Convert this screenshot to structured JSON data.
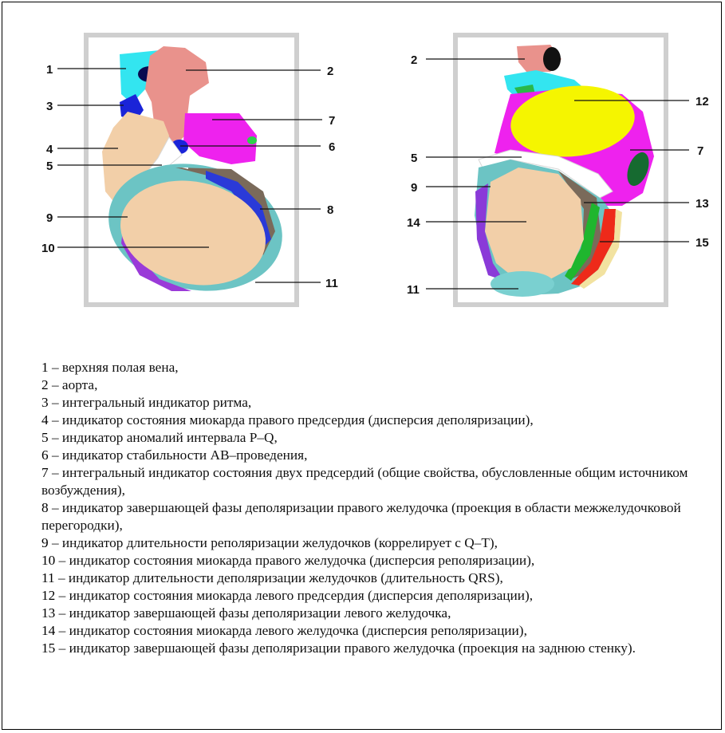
{
  "diagram": {
    "left_labels": [
      "1",
      "2",
      "3",
      "7",
      "4",
      "6",
      "5",
      "8",
      "9",
      "10",
      "11"
    ],
    "right_labels": [
      "2",
      "12",
      "7",
      "5",
      "9",
      "13",
      "14",
      "15",
      "11"
    ]
  },
  "legend": [
    {
      "num": "1",
      "text": "верхняя полая вена,"
    },
    {
      "num": "2",
      "text": "аорта,"
    },
    {
      "num": "3",
      "text": "интегральный индикатор ритма,"
    },
    {
      "num": "4",
      "text": "индикатор состояния миокарда правого предсердия (дисперсия деполяризации),"
    },
    {
      "num": "5",
      "text": "индикатор аномалий интервала P–Q,"
    },
    {
      "num": "6",
      "text": "индикатор стабильности АВ–проведения,"
    },
    {
      "num": "7",
      "text": "интегральный индикатор состояния двух предсердий (общие свойства, обусловленные общим источником возбуждения),"
    },
    {
      "num": "8",
      "text": "индикатор завершающей фазы деполяризации правого желудочка (проекция в области межжелудочковой перегородки),"
    },
    {
      "num": "9",
      "text": "индикатор длительности реполяризации желудочков (коррелирует с Q–T),"
    },
    {
      "num": "10",
      "text": "индикатор состояния миокарда правого желудочка (дисперсия реполяризации),"
    },
    {
      "num": "11",
      "text": "индикатор длительности деполяризации желудочков (длительность QRS),"
    },
    {
      "num": "12",
      "text": "индикатор состояния миокарда левого предсердия (дисперсия деполяризации),"
    },
    {
      "num": "13",
      "text": "индикатор завершающей фазы деполяризации левого желудочка,"
    },
    {
      "num": "14",
      "text": "индикатор состояния миокарда левого желудочка (дисперсия реполяризации),"
    },
    {
      "num": "15",
      "text": "индикатор завершающей фазы деполяризации правого желудочка (проекция на заднюю стенку)."
    }
  ]
}
